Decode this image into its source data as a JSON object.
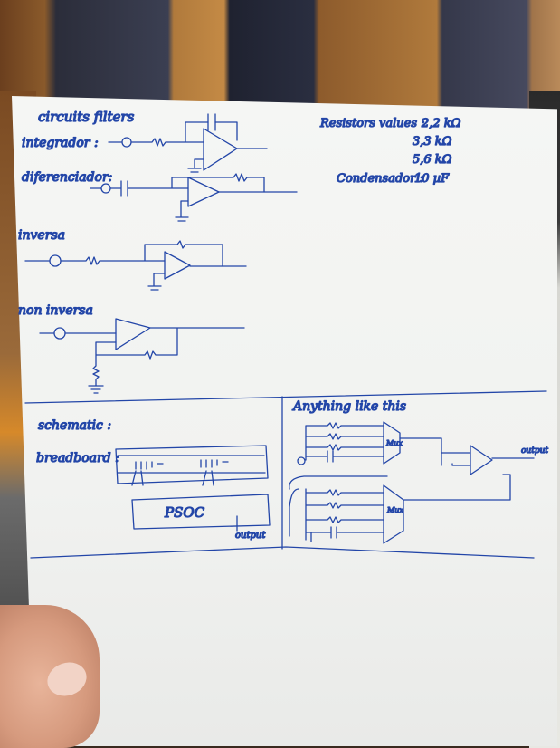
{
  "title": "circuits filters",
  "circuits": {
    "integrator": "integrador :",
    "differentiator": "diferenciador:",
    "inverting": "inversa",
    "non_inverting": "non inversa"
  },
  "values": {
    "resistors_label": "Resistors values :",
    "r1": "2,2 kΩ",
    "r2": "3,3 kΩ",
    "r3": "5,6 kΩ",
    "capacitor_label": "Condensador :",
    "c1": "10 µF"
  },
  "schematic": {
    "title": "schematic :",
    "breadboard_label": "breadboard :",
    "psoc_label": "PSOC",
    "output_label": "output"
  },
  "right_panel": {
    "title": "Anything like this",
    "mux_top": "Mux",
    "mux_bottom": "Mux",
    "output_label": "output"
  },
  "colors": {
    "ink": "#2346a8",
    "paper": "#f2f3f1"
  }
}
